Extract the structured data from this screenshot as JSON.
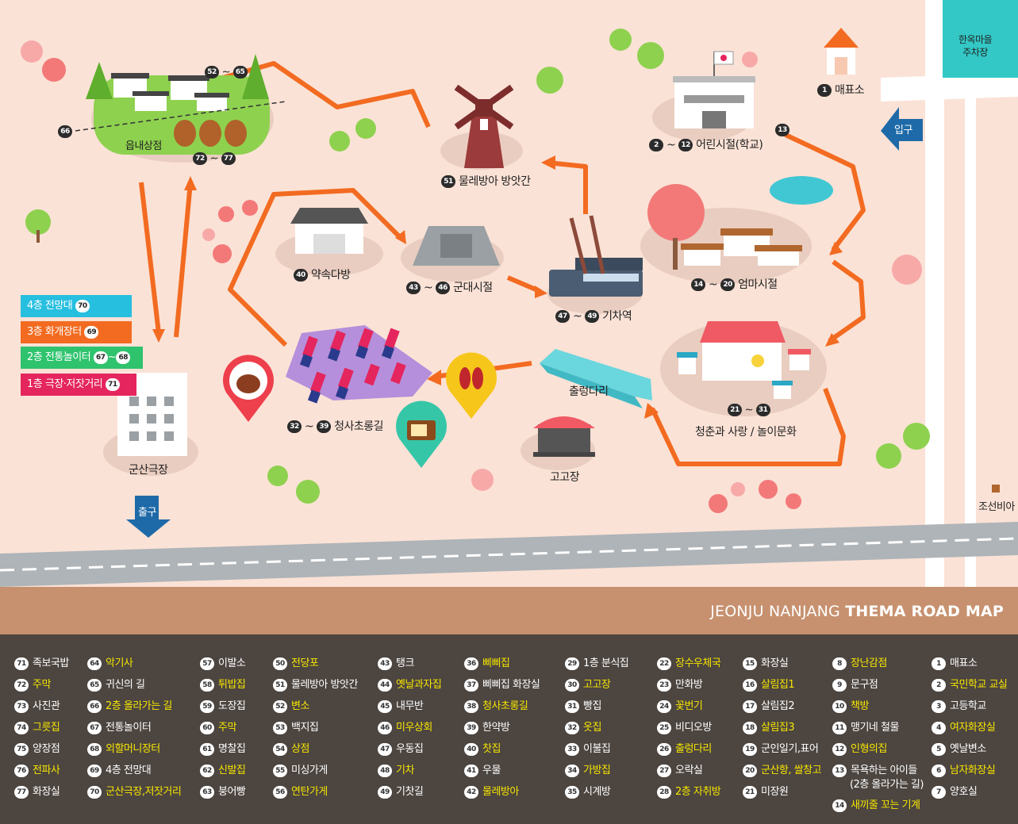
{
  "map_title": {
    "prefix": "JEONJU NANJANG ",
    "bold": "THEMA ROAD MAP"
  },
  "places": {
    "eupnae": "읍내상점",
    "eupnae_range1": {
      "a": "52",
      "b": "65"
    },
    "eupnae_range2": {
      "a": "72",
      "b": "77"
    },
    "n66": "66",
    "windmill": {
      "num": "51",
      "label": "물레방아 방앗간"
    },
    "school": {
      "a": "2",
      "b": "12",
      "label": "어린시절(학교)"
    },
    "n13": "13",
    "ticket": {
      "num": "1",
      "label": "매표소"
    },
    "parking": "한옥마을\n주차장",
    "entrance": "입구",
    "exit": "출구",
    "yaksok": {
      "num": "40",
      "label": "약속다방"
    },
    "army": {
      "a": "43",
      "b": "46",
      "label": "군대시절"
    },
    "train": {
      "a": "47",
      "b": "49",
      "label": "기차역"
    },
    "mother": {
      "a": "14",
      "b": "20",
      "label": "엄마시절"
    },
    "bridge": "출렁다리",
    "youth": {
      "a": "21",
      "b": "31",
      "label": "청춘과 사랑 / 놀이문화"
    },
    "cheongsa": {
      "a": "32",
      "b": "39",
      "label": "청사초롱길"
    },
    "gogojang": "고고장",
    "theater": "군산극장",
    "joseon": "조선비아"
  },
  "floors": [
    {
      "label": "4층 전망대",
      "n1": "70",
      "n2": "",
      "color": "#27bfe0"
    },
    {
      "label": "3층 화개장터",
      "n1": "69",
      "n2": "",
      "color": "#f26b21"
    },
    {
      "label": "2층 전통놀이터",
      "n1": "67",
      "n2": "68",
      "color": "#2fc36e"
    },
    {
      "label": "1층 극장·저잣거리",
      "n1": "71",
      "n2": "",
      "color": "#e5255d"
    }
  ],
  "legend_columns": [
    [
      {
        "n": "71",
        "t": "족보국밥",
        "h": false
      },
      {
        "n": "72",
        "t": "주막",
        "h": true
      },
      {
        "n": "73",
        "t": "사진관",
        "h": false
      },
      {
        "n": "74",
        "t": "그릇집",
        "h": true
      },
      {
        "n": "75",
        "t": "양장점",
        "h": false
      },
      {
        "n": "76",
        "t": "전파사",
        "h": true
      },
      {
        "n": "77",
        "t": "화장실",
        "h": false
      }
    ],
    [
      {
        "n": "64",
        "t": "악기사",
        "h": true
      },
      {
        "n": "65",
        "t": "귀신의 길",
        "h": false
      },
      {
        "n": "66",
        "t": "2층 올라가는 길",
        "h": true
      },
      {
        "n": "67",
        "t": "전통놀이터",
        "h": false
      },
      {
        "n": "68",
        "t": "외할머니장터",
        "h": true
      },
      {
        "n": "69",
        "t": "4층 전망대",
        "h": false
      },
      {
        "n": "70",
        "t": "군산극장,저잣거리",
        "h": true
      }
    ],
    [
      {
        "n": "57",
        "t": "이발소",
        "h": false
      },
      {
        "n": "58",
        "t": "튀밥집",
        "h": true
      },
      {
        "n": "59",
        "t": "도장집",
        "h": false
      },
      {
        "n": "60",
        "t": "주막",
        "h": true
      },
      {
        "n": "61",
        "t": "명찰집",
        "h": false
      },
      {
        "n": "62",
        "t": "신발집",
        "h": true
      },
      {
        "n": "63",
        "t": "붕어빵",
        "h": false
      }
    ],
    [
      {
        "n": "50",
        "t": "전당포",
        "h": true
      },
      {
        "n": "51",
        "t": "물레방아 방앗간",
        "h": false
      },
      {
        "n": "52",
        "t": "변소",
        "h": true
      },
      {
        "n": "53",
        "t": "백지집",
        "h": false
      },
      {
        "n": "54",
        "t": "상점",
        "h": true
      },
      {
        "n": "55",
        "t": "미싱가게",
        "h": false
      },
      {
        "n": "56",
        "t": "연탄가게",
        "h": true
      }
    ],
    [
      {
        "n": "43",
        "t": "탱크",
        "h": false
      },
      {
        "n": "44",
        "t": "옛날과자집",
        "h": true
      },
      {
        "n": "45",
        "t": "내무반",
        "h": false
      },
      {
        "n": "46",
        "t": "미우상회",
        "h": true
      },
      {
        "n": "47",
        "t": "우동집",
        "h": false
      },
      {
        "n": "48",
        "t": "기차",
        "h": true
      },
      {
        "n": "49",
        "t": "기찻길",
        "h": false
      }
    ],
    [
      {
        "n": "36",
        "t": "삐삐집",
        "h": true
      },
      {
        "n": "37",
        "t": "삐삐집 화장실",
        "h": false
      },
      {
        "n": "38",
        "t": "청사초롱길",
        "h": true
      },
      {
        "n": "39",
        "t": "한약방",
        "h": false
      },
      {
        "n": "40",
        "t": "찻집",
        "h": true
      },
      {
        "n": "41",
        "t": "우물",
        "h": false
      },
      {
        "n": "42",
        "t": "물레방아",
        "h": true
      }
    ],
    [
      {
        "n": "29",
        "t": "1층 분식집",
        "h": false
      },
      {
        "n": "30",
        "t": "고고장",
        "h": true
      },
      {
        "n": "31",
        "t": "빵집",
        "h": false
      },
      {
        "n": "32",
        "t": "옷집",
        "h": true
      },
      {
        "n": "33",
        "t": "이불집",
        "h": false
      },
      {
        "n": "34",
        "t": "가방집",
        "h": true
      },
      {
        "n": "35",
        "t": "시계방",
        "h": false
      }
    ],
    [
      {
        "n": "22",
        "t": "장수우체국",
        "h": true
      },
      {
        "n": "23",
        "t": "만화방",
        "h": false
      },
      {
        "n": "24",
        "t": "꽃번기",
        "h": true
      },
      {
        "n": "25",
        "t": "비디오방",
        "h": false
      },
      {
        "n": "26",
        "t": "출렁다리",
        "h": true
      },
      {
        "n": "27",
        "t": "오락실",
        "h": false
      },
      {
        "n": "28",
        "t": "2층 자취방",
        "h": true
      }
    ],
    [
      {
        "n": "15",
        "t": "화장실",
        "h": false
      },
      {
        "n": "16",
        "t": "살림집1",
        "h": true
      },
      {
        "n": "17",
        "t": "살림집2",
        "h": false
      },
      {
        "n": "18",
        "t": "살림집3",
        "h": true
      },
      {
        "n": "19",
        "t": "군인일기,표어",
        "h": false
      },
      {
        "n": "20",
        "t": "군산항, 쌀창고",
        "h": true
      },
      {
        "n": "21",
        "t": "미장원",
        "h": false
      }
    ],
    [
      {
        "n": "8",
        "t": "장난감점",
        "h": true
      },
      {
        "n": "9",
        "t": "문구점",
        "h": false
      },
      {
        "n": "10",
        "t": "책방",
        "h": true
      },
      {
        "n": "11",
        "t": "맹기네 철물",
        "h": false
      },
      {
        "n": "12",
        "t": "인형의집",
        "h": true
      },
      {
        "n": "13",
        "t": "목욕하는 아이들",
        "h": false,
        "sub": "(2층 올라가는 길)"
      },
      {
        "n": "14",
        "t": "새끼줄 꼬는 기계",
        "h": true
      }
    ],
    [
      {
        "n": "1",
        "t": "매표소",
        "h": false
      },
      {
        "n": "2",
        "t": "국민학교 교실",
        "h": true
      },
      {
        "n": "3",
        "t": "고등학교",
        "h": false
      },
      {
        "n": "4",
        "t": "여자화장실",
        "h": true
      },
      {
        "n": "5",
        "t": "옛날변소",
        "h": false
      },
      {
        "n": "6",
        "t": "남자화장실",
        "h": true
      },
      {
        "n": "7",
        "t": "양호실",
        "h": false
      }
    ]
  ]
}
